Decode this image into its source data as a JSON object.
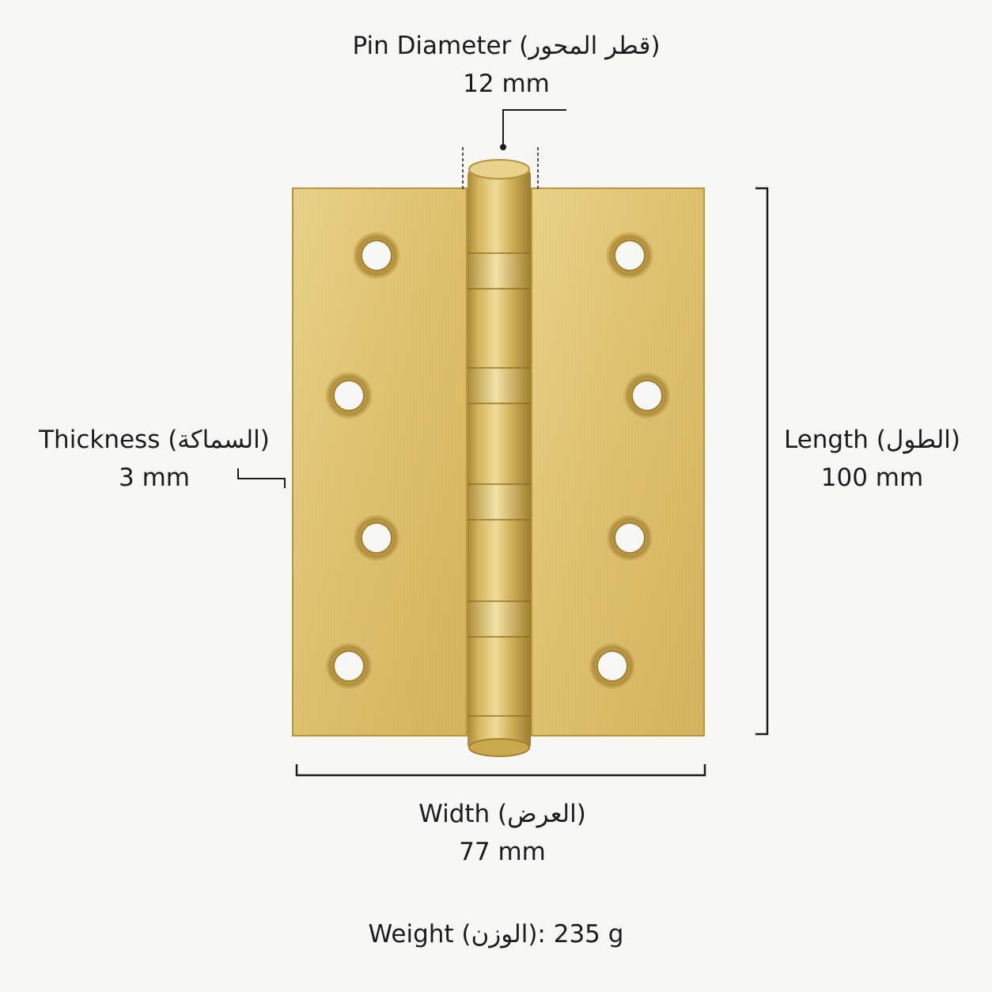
{
  "pin_diameter": {
    "label": "Pin Diameter (قطر المحور)",
    "value": "12 mm"
  },
  "thickness": {
    "label": "Thickness (السماكة)",
    "value": "3 mm"
  },
  "length": {
    "label": "Length (الطول)",
    "value": "100 mm"
  },
  "width": {
    "label": "Width (العرض)",
    "value": "77 mm"
  },
  "weight": {
    "text": "Weight (الوزن): 235 g"
  },
  "colors": {
    "brass_light": "#e8cf80",
    "brass_mid": "#d9bb62",
    "brass_dark": "#b8963f",
    "dimension_line": "#1c1c1c",
    "background": "#f7f7f6"
  }
}
